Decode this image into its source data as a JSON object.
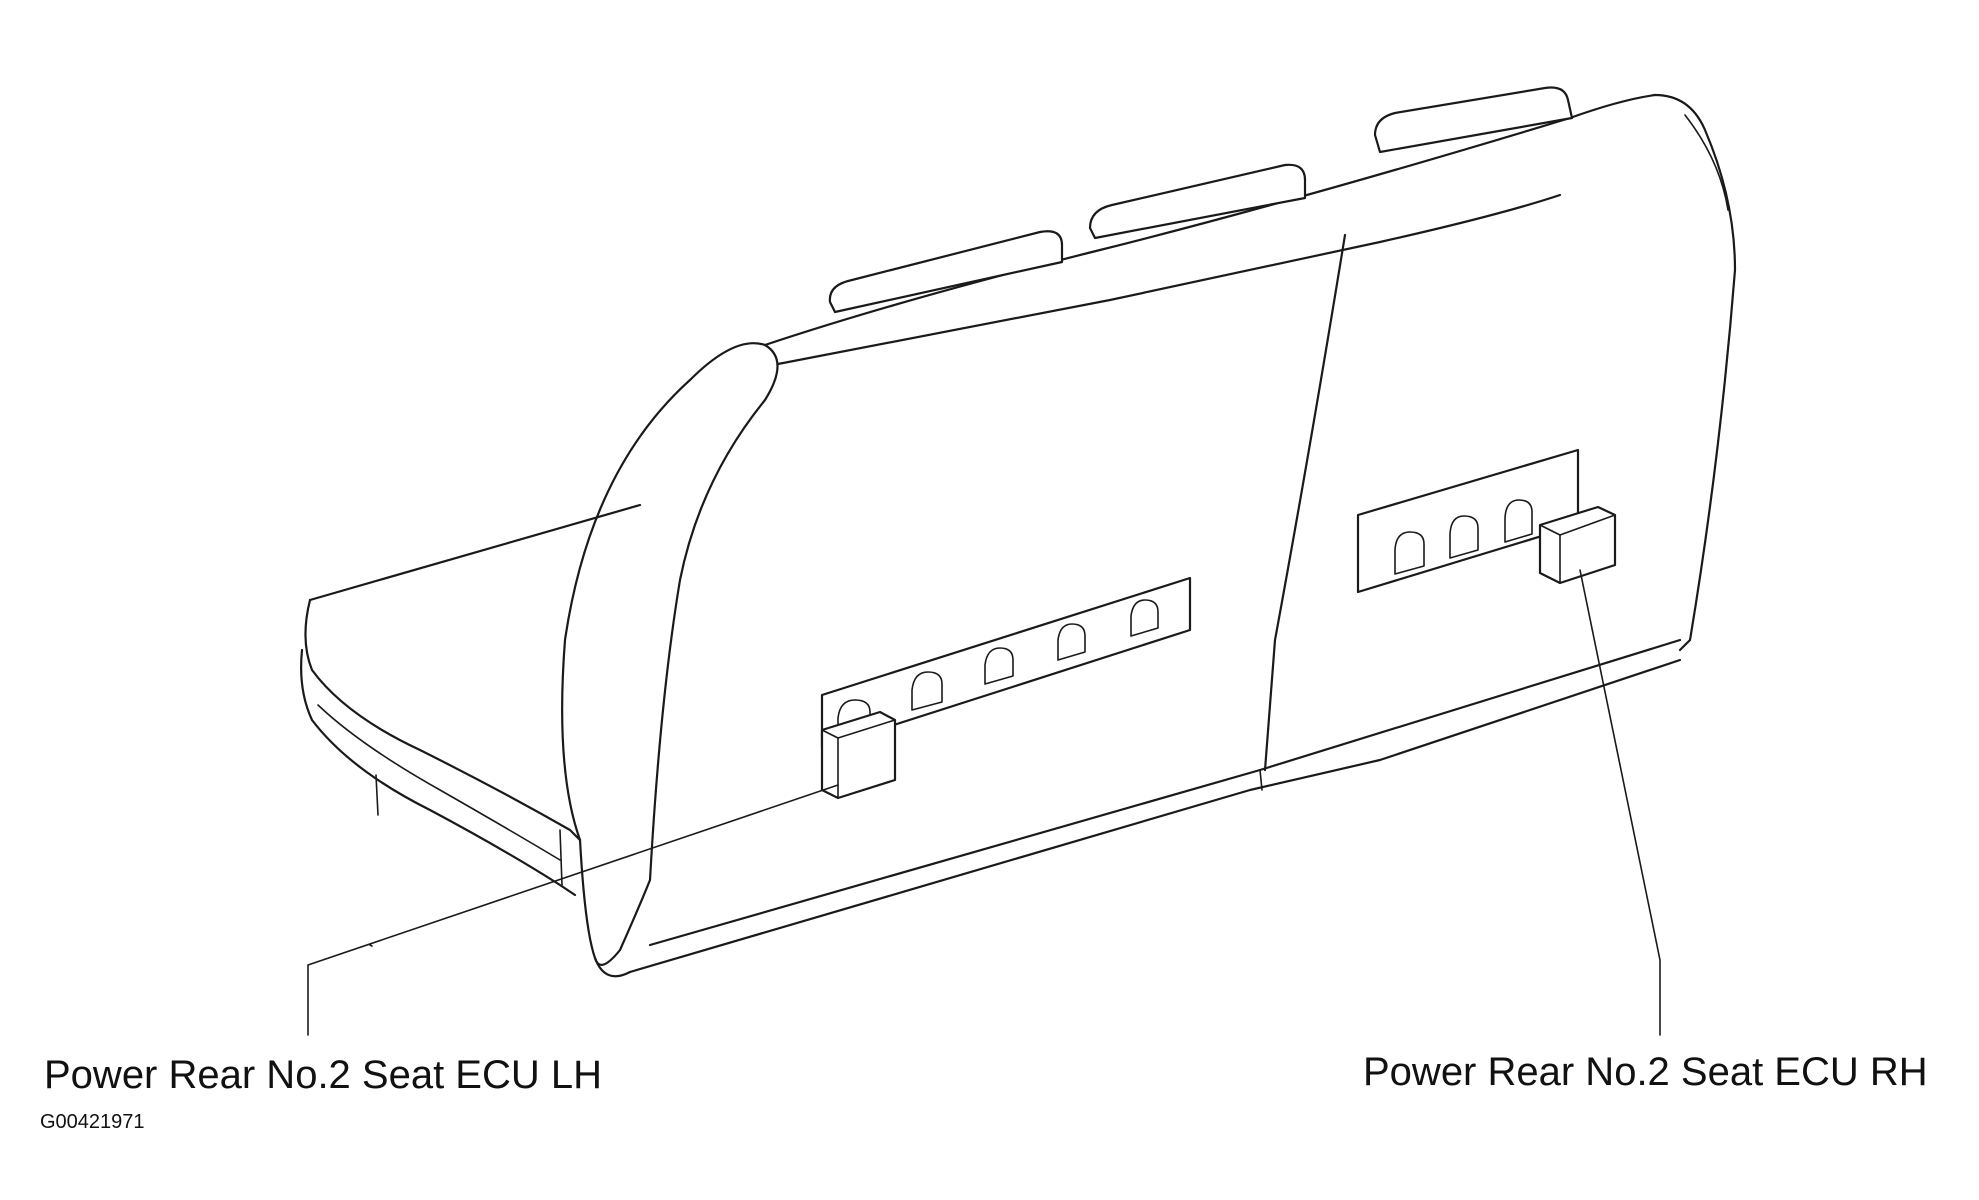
{
  "diagram": {
    "labels": {
      "left_callout": "Power Rear No.2 Seat ECU LH",
      "right_callout": "Power Rear No.2 Seat ECU RH"
    },
    "figure_code": "G00421971",
    "colors": {
      "line": "#1a1a1a",
      "background": "#ffffff"
    }
  }
}
